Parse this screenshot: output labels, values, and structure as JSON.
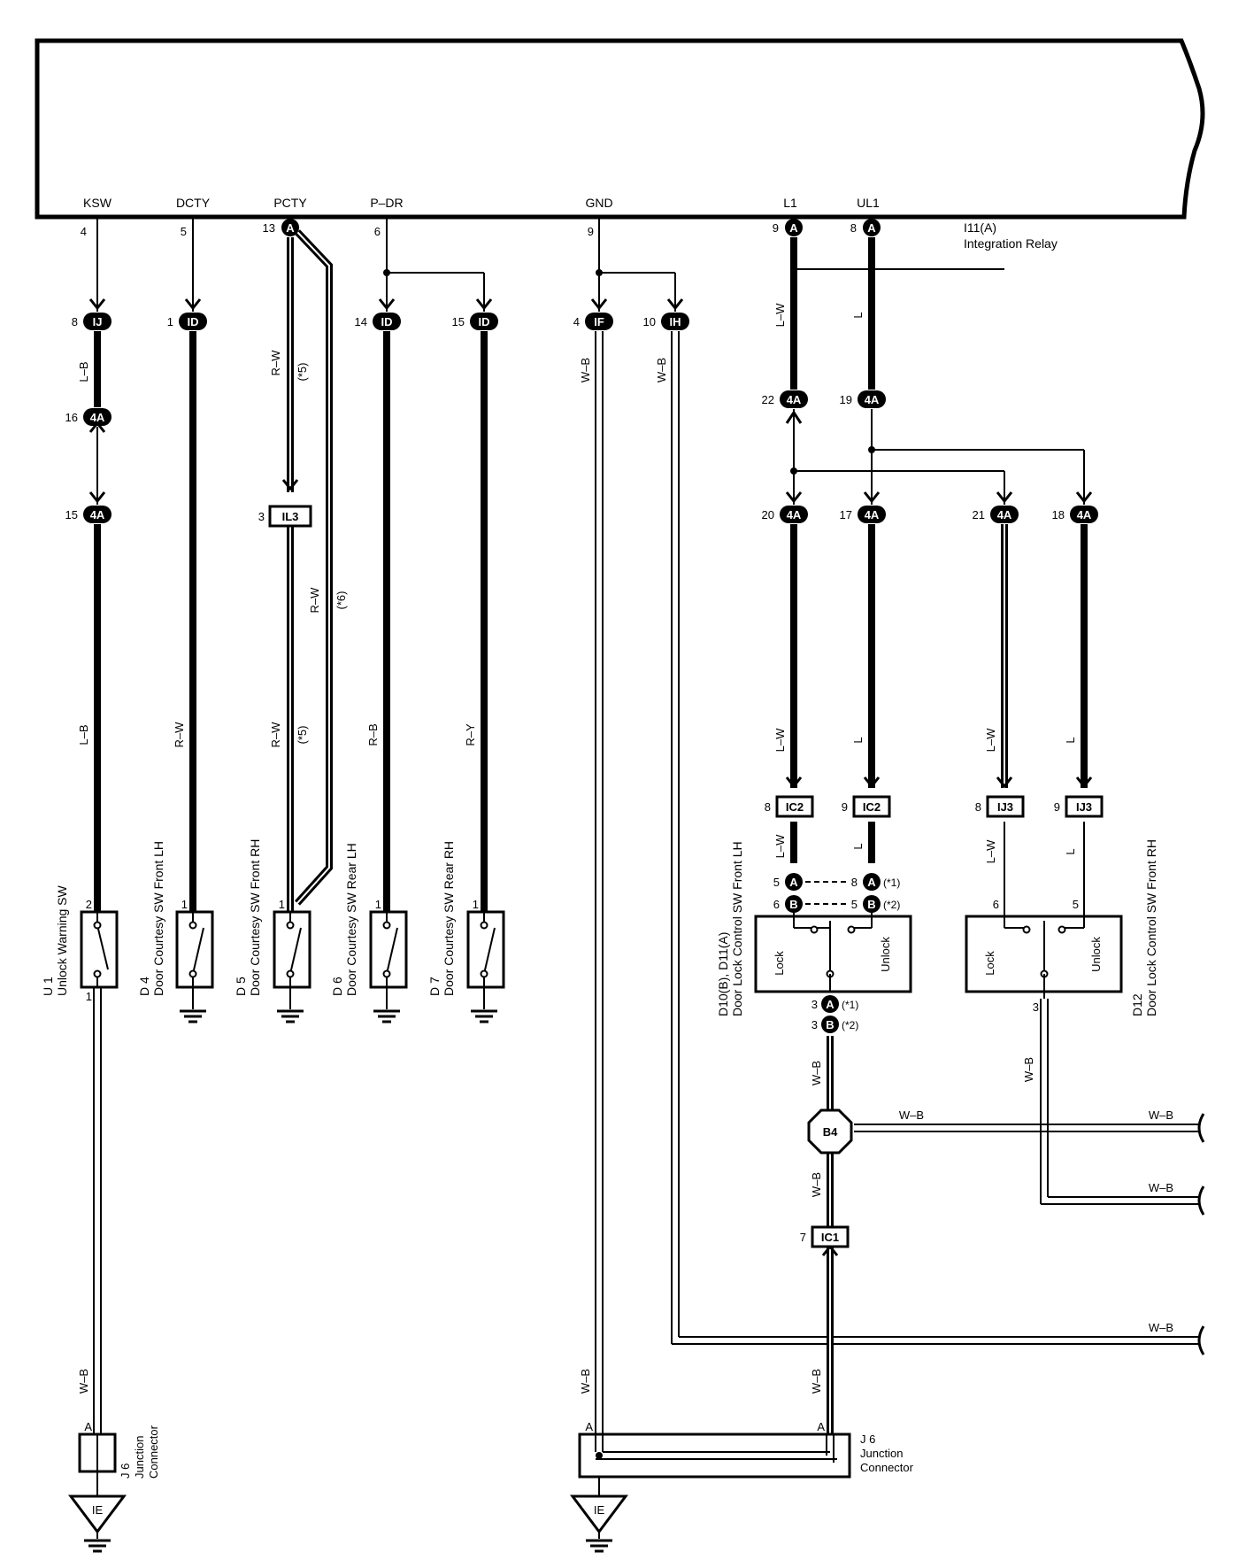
{
  "relay": {
    "ref": "I11(A)",
    "name": "Integration Relay",
    "terminals": [
      {
        "label": "KSW",
        "pin": "4"
      },
      {
        "label": "DCTY",
        "pin": "5"
      },
      {
        "label": "PCTY",
        "pin": "13"
      },
      {
        "label": "P–DR",
        "pin": "6"
      },
      {
        "label": "GND",
        "pin": "9"
      },
      {
        "label": "L1",
        "pin": "9"
      },
      {
        "label": "UL1",
        "pin": "8"
      }
    ]
  },
  "connector_badges": {
    "ij_8": {
      "pin": "8",
      "code": "IJ"
    },
    "id_1": {
      "pin": "1",
      "code": "ID"
    },
    "id_14": {
      "pin": "14",
      "code": "ID"
    },
    "id_15": {
      "pin": "15",
      "code": "ID"
    },
    "if_4": {
      "pin": "4",
      "code": "IF"
    },
    "ih_10": {
      "pin": "10",
      "code": "IH"
    },
    "a4_16": {
      "pin": "16",
      "code": "4A"
    },
    "a4_15": {
      "pin": "15",
      "code": "4A"
    },
    "a4_22": {
      "pin": "22",
      "code": "4A"
    },
    "a4_19": {
      "pin": "19",
      "code": "4A"
    },
    "a4_20": {
      "pin": "20",
      "code": "4A"
    },
    "a4_17": {
      "pin": "17",
      "code": "4A"
    },
    "a4_21": {
      "pin": "21",
      "code": "4A"
    },
    "a4_18": {
      "pin": "18",
      "code": "4A"
    },
    "pcty_a": "A",
    "l1_a": "A",
    "ul1_a": "A"
  },
  "boxes": {
    "il3": {
      "pin": "3",
      "code": "IL3"
    },
    "ic2_8": {
      "pin": "8",
      "code": "IC2"
    },
    "ic2_9": {
      "pin": "9",
      "code": "IC2"
    },
    "ij3_8": {
      "pin": "8",
      "code": "IJ3"
    },
    "ij3_9": {
      "pin": "9",
      "code": "IJ3"
    },
    "ic1_7": {
      "pin": "7",
      "code": "IC1"
    }
  },
  "wire_colors": {
    "l_b_1": "L–B",
    "l_b_2": "L–B",
    "r_w_d4": "R–W",
    "r_w_d5a": "R–W",
    "r_w_d5b": "R–W",
    "r_w_d5c": "R–W",
    "star5a": "(*5)",
    "star5b": "(*5)",
    "star6": "(*6)",
    "r_b": "R–B",
    "r_y": "R–Y",
    "w_b_gnd": "W–B",
    "w_b_ih": "W–B",
    "l_w_1": "L–W",
    "l_1": "L",
    "l_w_2": "L–W",
    "l_2": "L",
    "l_w_3": "L–W",
    "l_3": "L",
    "l_w_4": "L–W",
    "l_4": "L",
    "l_w_5": "L–W",
    "l_5": "L",
    "w_b_u1": "W–B",
    "w_b_d10": "W–B",
    "w_b_d12": "W–B",
    "w_b_b4": "W–B",
    "w_b_b4r": "W–B",
    "w_b_d12r": "W–B",
    "w_b_ic1": "W–B",
    "w_b_ihr": "W–B",
    "w_b_j6l": "W–B",
    "w_b_j6r": "W–B"
  },
  "switches": {
    "u1": {
      "ref": "U 1",
      "name": "Unlock Warning SW",
      "pin_top": "2",
      "pin_bottom": "1"
    },
    "d4": {
      "ref": "D 4",
      "name": "Door Courtesy SW Front LH",
      "pin_top": "1"
    },
    "d5": {
      "ref": "D 5",
      "name": "Door Courtesy SW Front RH",
      "pin_top": "1"
    },
    "d6": {
      "ref": "D 6",
      "name": "Door Courtesy SW Rear LH",
      "pin_top": "1"
    },
    "d7": {
      "ref": "D 7",
      "name": "Door Courtesy SW Rear RH",
      "pin_top": "1"
    }
  },
  "door_lock_lh": {
    "ref": "D10(B), D11(A)",
    "name": "Door Lock Control SW Front LH",
    "lock": "Lock",
    "unlock": "Unlock",
    "pins": [
      {
        "pin": "5",
        "code": "A"
      },
      {
        "pin": "8",
        "code": "A",
        "note": "(*1)"
      },
      {
        "pin": "6",
        "code": "B"
      },
      {
        "pin": "5",
        "code": "B",
        "note": "(*2)"
      },
      {
        "pin": "3",
        "code": "A",
        "note": "(*1)"
      },
      {
        "pin": "3",
        "code": "B",
        "note": "(*2)"
      }
    ]
  },
  "door_lock_rh": {
    "ref": "D12",
    "name": "Door Lock Control SW Front RH",
    "lock": "Lock",
    "unlock": "Unlock",
    "pin_lock": "6",
    "pin_unlock": "5",
    "pin_ground": "3"
  },
  "b4": "B4",
  "j6_left": {
    "ref": "J 6",
    "line1": "Junction",
    "line2": "Connector",
    "pin": "A"
  },
  "j6_right": {
    "ref": "J 6",
    "line1": "Junction",
    "line2": "Connector",
    "pin_left": "A",
    "pin_right": "A"
  },
  "ground_left": "IE",
  "ground_right": "IE"
}
